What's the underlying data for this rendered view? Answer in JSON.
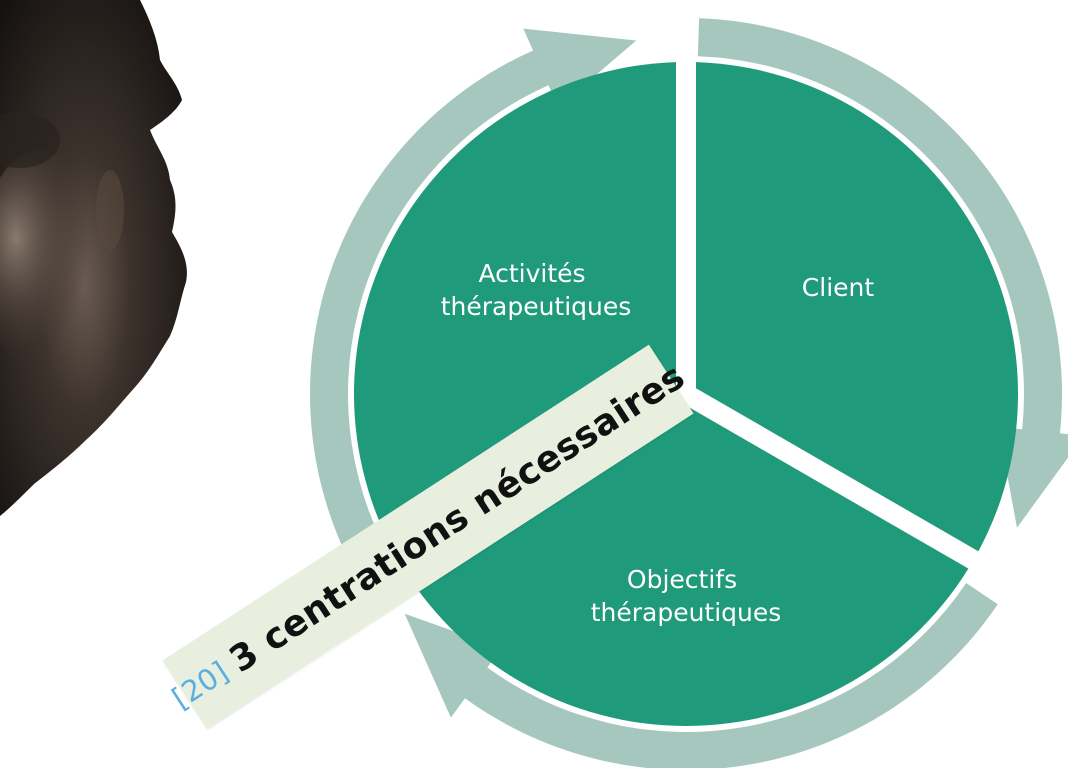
{
  "diagram": {
    "segments": [
      {
        "id": "activites",
        "lines": [
          "Activités",
          "thérapeutiques"
        ]
      },
      {
        "id": "client",
        "lines": [
          "Client"
        ]
      },
      {
        "id": "objectifs",
        "lines": [
          "Objectifs",
          "thérapeutiques"
        ]
      }
    ],
    "colors": {
      "segment_fill": "#1f9a7b",
      "arrow_ring": "#a6c7bd",
      "gap": "#ffffff",
      "banner_bg": "#e8efde",
      "banner_ref": "#5aaee0",
      "portrait_dark": "#201a17"
    }
  },
  "banner": {
    "ref": "[20]",
    "text": "3  centrations nécessaires"
  },
  "image": {
    "portrait_description_icon": "portrait-photo"
  }
}
